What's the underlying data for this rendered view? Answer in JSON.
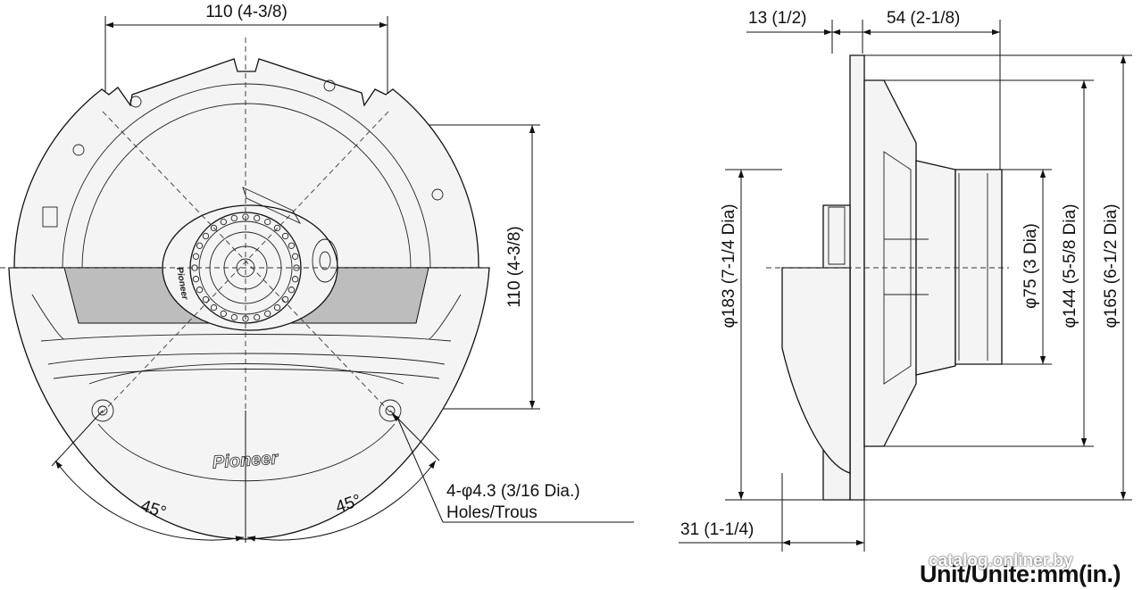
{
  "front_view": {
    "width_top": "110 (4-3/8)",
    "height_right": "110 (4-3/8)",
    "angle_left": "45°",
    "angle_right": "45°",
    "holes_line1": "4-φ4.3 (3/16 Dia.)",
    "holes_line2": "Holes/Trous",
    "brand_logo": "Pioneer"
  },
  "side_view": {
    "flange_depth": "13 (1/2)",
    "mount_depth": "54 (2-1/8)",
    "bottom_depth": "31 (1-1/4)",
    "dia_183": "φ183 (7-1/4 Dia)",
    "dia_75": "φ75 (3 Dia)",
    "dia_144": "φ144 (5-5/8 Dia)",
    "dia_165": "φ165 (6-1/2 Dia)"
  },
  "unit_label": "Unit/Unite:mm(in.)",
  "watermark": "catalog.onliner.by"
}
